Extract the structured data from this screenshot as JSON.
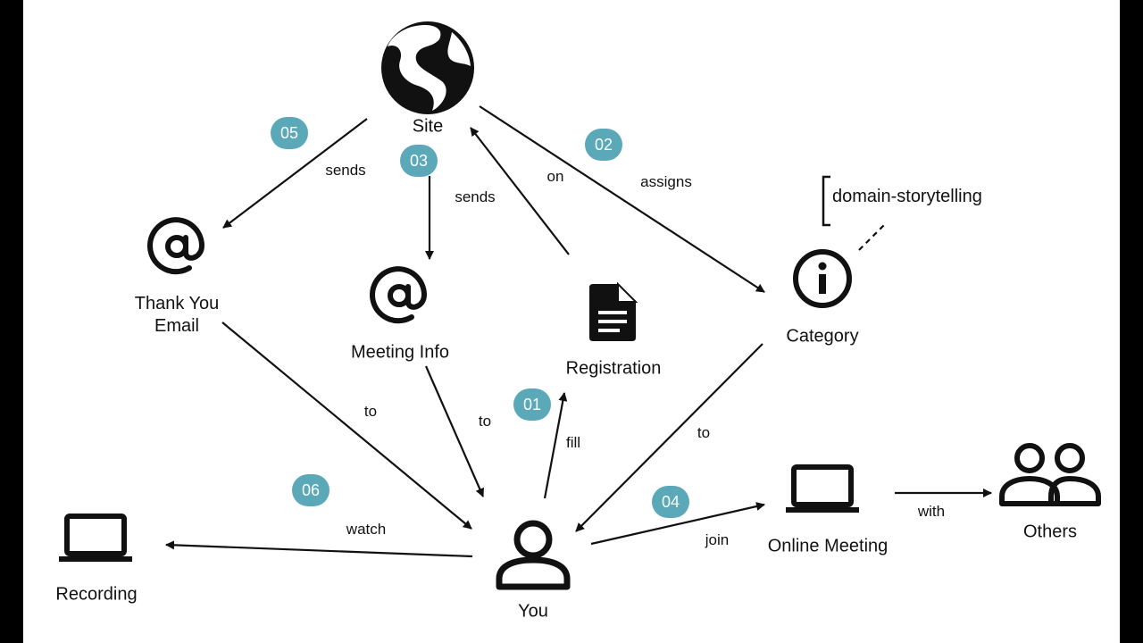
{
  "actors": {
    "site": "Site",
    "you": "You",
    "category": "Category",
    "others": "Others"
  },
  "work_objects": {
    "thank_you_email": "Thank You\nEmail",
    "meeting_info": "Meeting Info",
    "registration": "Registration",
    "online_meeting": "Online Meeting",
    "recording": "Recording"
  },
  "activities": {
    "fill": "fill",
    "on": "on",
    "assigns": "assigns",
    "to_category": "to",
    "sends_meeting_info": "sends",
    "to_meeting_info": "to",
    "join": "join",
    "with": "with",
    "sends_thank_you": "sends",
    "to_thank_you": "to",
    "watch": "watch"
  },
  "steps": {
    "s01": "01",
    "s02": "02",
    "s03": "03",
    "s04": "04",
    "s05": "05",
    "s06": "06"
  },
  "annotation": {
    "text": "domain-storytelling"
  },
  "icons": {
    "site": "globe-icon",
    "you": "person-icon",
    "category": "info-icon",
    "others": "group-icon",
    "thank_you_email": "at-sign-icon",
    "meeting_info": "at-sign-icon",
    "registration": "document-icon",
    "online_meeting": "laptop-icon",
    "recording": "laptop-icon"
  },
  "colors": {
    "badge": "#5aa8b8",
    "line": "#111111"
  }
}
